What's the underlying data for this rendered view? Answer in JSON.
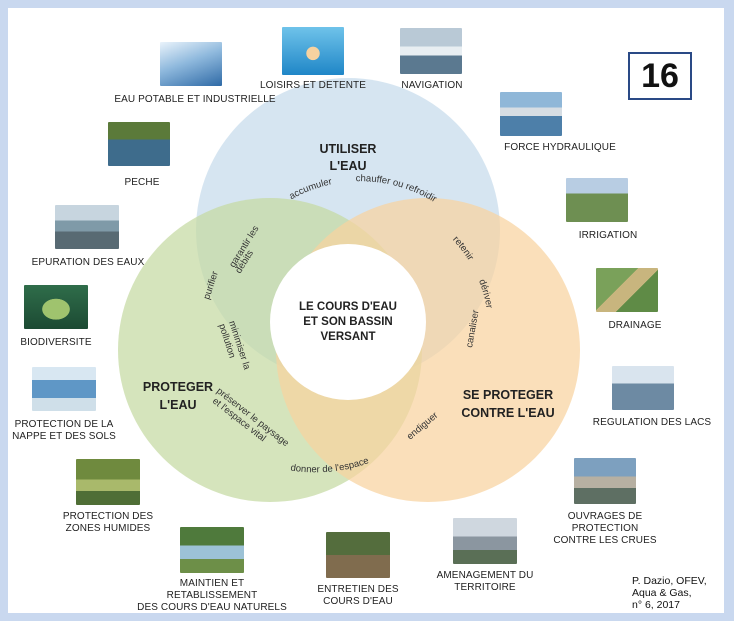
{
  "badge_number": "16",
  "center": {
    "line1": "LE COURS D'EAU",
    "line2": "ET SON BASSIN",
    "line3": "VERSANT"
  },
  "circles": {
    "use": {
      "line1": "UTILISER",
      "line2": "L'EAU",
      "color": "#cfe0ee"
    },
    "protect": {
      "line1": "PROTEGER",
      "line2": "L'EAU",
      "color": "#c5d9a2"
    },
    "defend": {
      "line1": "SE PROTEGER",
      "line2": "CONTRE L'EAU",
      "color": "#f8d3a0"
    }
  },
  "arc_verbs": {
    "accumuler": "accumuler",
    "chauffer": "chauffer ou refroidir",
    "retenir": "retenir",
    "deriver": "dériver",
    "garantir1": "garantir les",
    "garantir2": "débits",
    "purifier": "purifier",
    "minimiser1": "minimiser la",
    "minimiser2": "pollution",
    "preserver1": "préserver le paysage",
    "preserver2": "et l'espace vital",
    "donner": "donner de l'espace",
    "endiguer": "endiguer",
    "canaliser": "canaliser"
  },
  "items": {
    "eau_potable": "EAU POTABLE ET INDUSTRIELLE",
    "loisirs": "LOISIRS ET DETENTE",
    "navigation": "NAVIGATION",
    "force": "FORCE HYDRAULIQUE",
    "peche": "PECHE",
    "irrigation": "IRRIGATION",
    "epuration": "EPURATION DES EAUX",
    "drainage": "DRAINAGE",
    "biodiversite": "BIODIVERSITE",
    "nappe1": "PROTECTION DE LA",
    "nappe2": "NAPPE ET DES SOLS",
    "regulation": "REGULATION DES LACS",
    "humides1": "PROTECTION DES",
    "humides2": "ZONES HUMIDES",
    "crues1": "OUVRAGES DE",
    "crues2": "PROTECTION",
    "crues3": "CONTRE LES CRUES",
    "amenagement1": "AMENAGEMENT DU",
    "amenagement2": "TERRITOIRE",
    "entretien1": "ENTRETIEN DES",
    "entretien2": "COURS D'EAU",
    "maintien1": "MAINTIEN ET",
    "maintien2": "RETABLISSEMENT",
    "maintien3": "DES COURS D'EAU NATURELS"
  },
  "credit": {
    "line1": "P. Dazio, OFEV,",
    "line2": "Aqua & Gas,",
    "line3": "n° 6, 2017"
  }
}
